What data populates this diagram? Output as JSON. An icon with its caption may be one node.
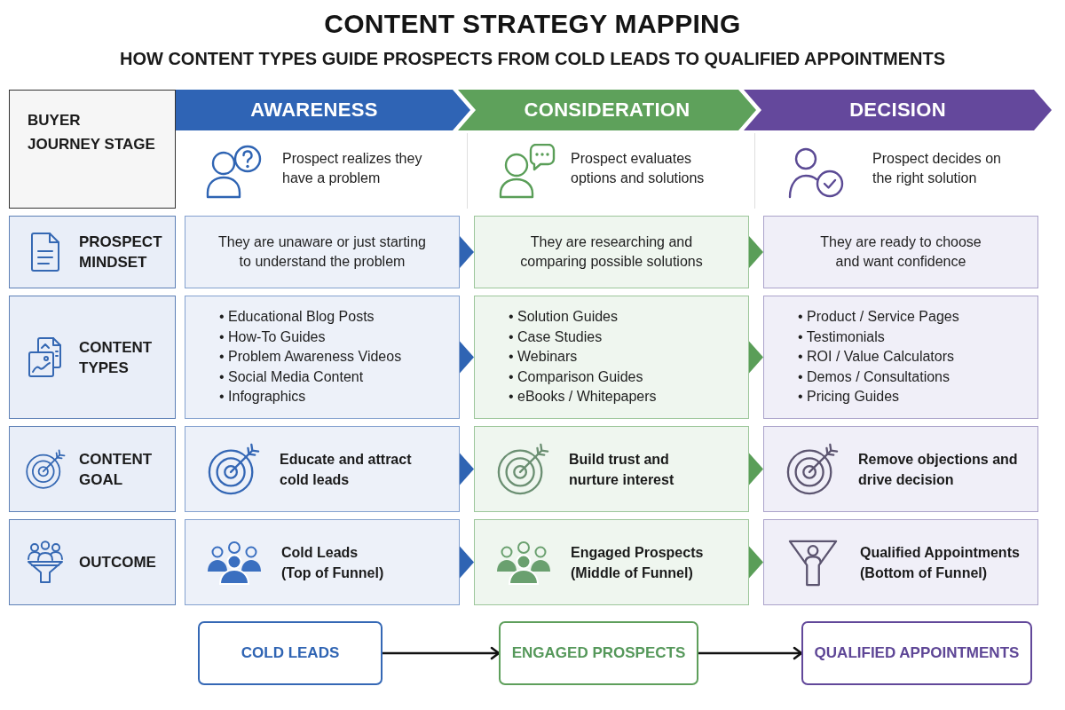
{
  "diagram": {
    "title": "CONTENT STRATEGY MAPPING",
    "nodes": [
      {
        "text": [
          "BUYER JOURNEY STAGE"
        ]
      },
      {
        "text": [
          "AWARENESS"
        ],
        "beside": [
          "Prospect realizes they have a problem"
        ]
      },
      {
        "text": [
          "CONSIDERATION"
        ],
        "beside": [
          "Prospect evaluates options and solutions"
        ]
      },
      {
        "text": [
          "DECISION"
        ],
        "beside": [
          "Prospect decides on the right solution"
        ]
      },
      {
        "text": [
          "PROSPECT MINDSET"
        ]
      },
      {
        "text": [
          "They are unaware or just starting to understand the problem"
        ]
      },
      {
        "text": [
          "They are researching and comparing possible solutions"
        ]
      },
      {
        "text": [
          "They are ready to choose and want confidence"
        ]
      },
      {
        "text": [
          "CONTENT TYPES"
        ]
      },
      {
        "text": [
          "• Educational Blog Posts",
          "• How-To Guides",
          "• Problem Awareness Videos",
          "• Social Media Content",
          "• Infographics"
        ]
      },
      {
        "text": [
          "• Solution Guides",
          "• Case Studies",
          "• Webinars",
          "• Comparison Guides",
          "• eBooks / Whitepapers"
        ]
      },
      {
        "text": [
          "• Product / Service Pages",
          "• Testimonials",
          "• ROI / Value Calculators",
          "• Demos / Consultations",
          "• Pricing Guides"
        ]
      },
      {
        "text": [
          "CONTENT GOAL"
        ]
      },
      {
        "text": [
          "Educate and attract cold leads"
        ]
      },
      {
        "text": [
          "Build trust and nurture interest"
        ]
      },
      {
        "text": [
          "Remove objections and drive decision"
        ]
      },
      {
        "text": [
          "OUTCOME"
        ]
      },
      {
        "text": [
          "Cold Leads (Top of Funnel)"
        ]
      },
      {
        "text": [
          "Engaged Prospects (Middle of Funnel)"
        ]
      },
      {
        "text": [
          "Qualified Appointments (Bottom of Funnel)"
        ]
      },
      {
        "text": [
          "COLD LEADS"
        ]
      },
      {
        "text": [
          "ENGAGED PROSPECTS"
        ]
      },
      {
        "text": [
          "QUALIFIED APPOINTMENTS"
        ]
      }
    ],
    "edges": [
      {
        "from": 5,
        "to": 6,
        "arrow": "to",
        "color": "#2f64b3"
      },
      {
        "from": 6,
        "to": 7,
        "arrow": "to",
        "color": "#5a9e58"
      },
      {
        "from": 9,
        "to": 10,
        "arrow": "to",
        "color": "#2f64b3"
      },
      {
        "from": 10,
        "to": 11,
        "arrow": "to",
        "color": "#5a9e58"
      },
      {
        "from": 13,
        "to": 14,
        "arrow": "to",
        "color": "#2f64b3"
      },
      {
        "from": 14,
        "to": 15,
        "arrow": "to",
        "color": "#5a9e58"
      },
      {
        "from": 17,
        "to": 18,
        "arrow": "to",
        "color": "#2f64b3"
      },
      {
        "from": 18,
        "to": 19,
        "arrow": "to",
        "color": "#5a9e58"
      },
      {
        "from": 20,
        "to": 21,
        "arrow": "to"
      },
      {
        "from": 21,
        "to": 22,
        "arrow": "to"
      }
    ],
    "labels": [
      "HOW CONTENT TYPES GUIDE PROSPECTS FROM COLD LEADS TO QUALIFIED APPOINTMENTS"
    ]
  }
}
